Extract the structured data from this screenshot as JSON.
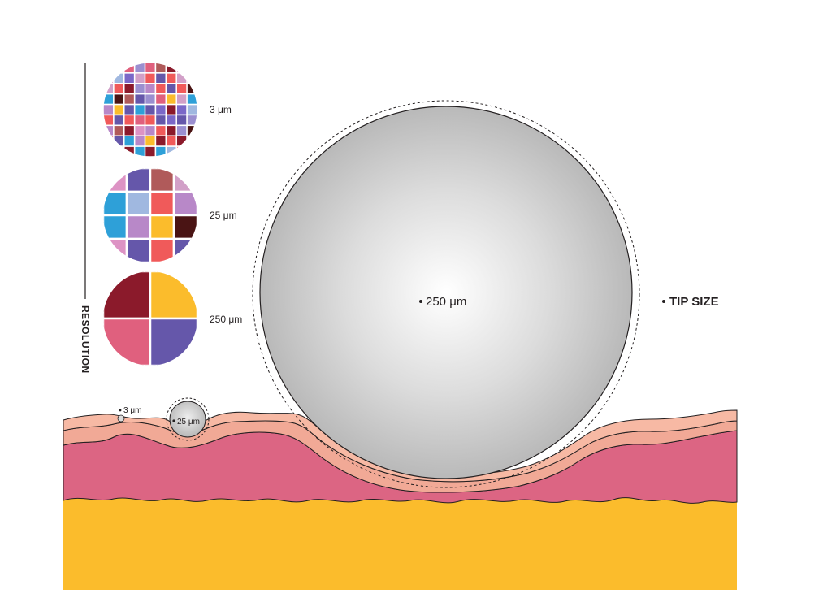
{
  "resolution_label": "RESOLUTION",
  "tip_size_label": "TIP SIZE",
  "resolutions": [
    {
      "label": "3 μm",
      "grid": 9
    },
    {
      "label": "25 μm",
      "grid": 4
    },
    {
      "label": "250 μm",
      "grid": 2
    }
  ],
  "tips": [
    {
      "label": "3 μm"
    },
    {
      "label": "25 μm"
    },
    {
      "label": "250 μm"
    }
  ],
  "palette": [
    "#8b1a2b",
    "#f05a5a",
    "#e0607e",
    "#fbbc2c",
    "#6557aa",
    "#9b8fd0",
    "#b888c8",
    "#dd93c4",
    "#a0b8e0",
    "#2ea0d8",
    "#4a1414",
    "#b05a5a",
    "#d2a0c8",
    "#7b68c8"
  ],
  "colors": {
    "skin_outer": "#f7b9a4",
    "skin_mid": "#f1a996",
    "dermis": "#dc6583",
    "fat": "#fbbc2c",
    "tip_grey": "#c8c8c8"
  }
}
